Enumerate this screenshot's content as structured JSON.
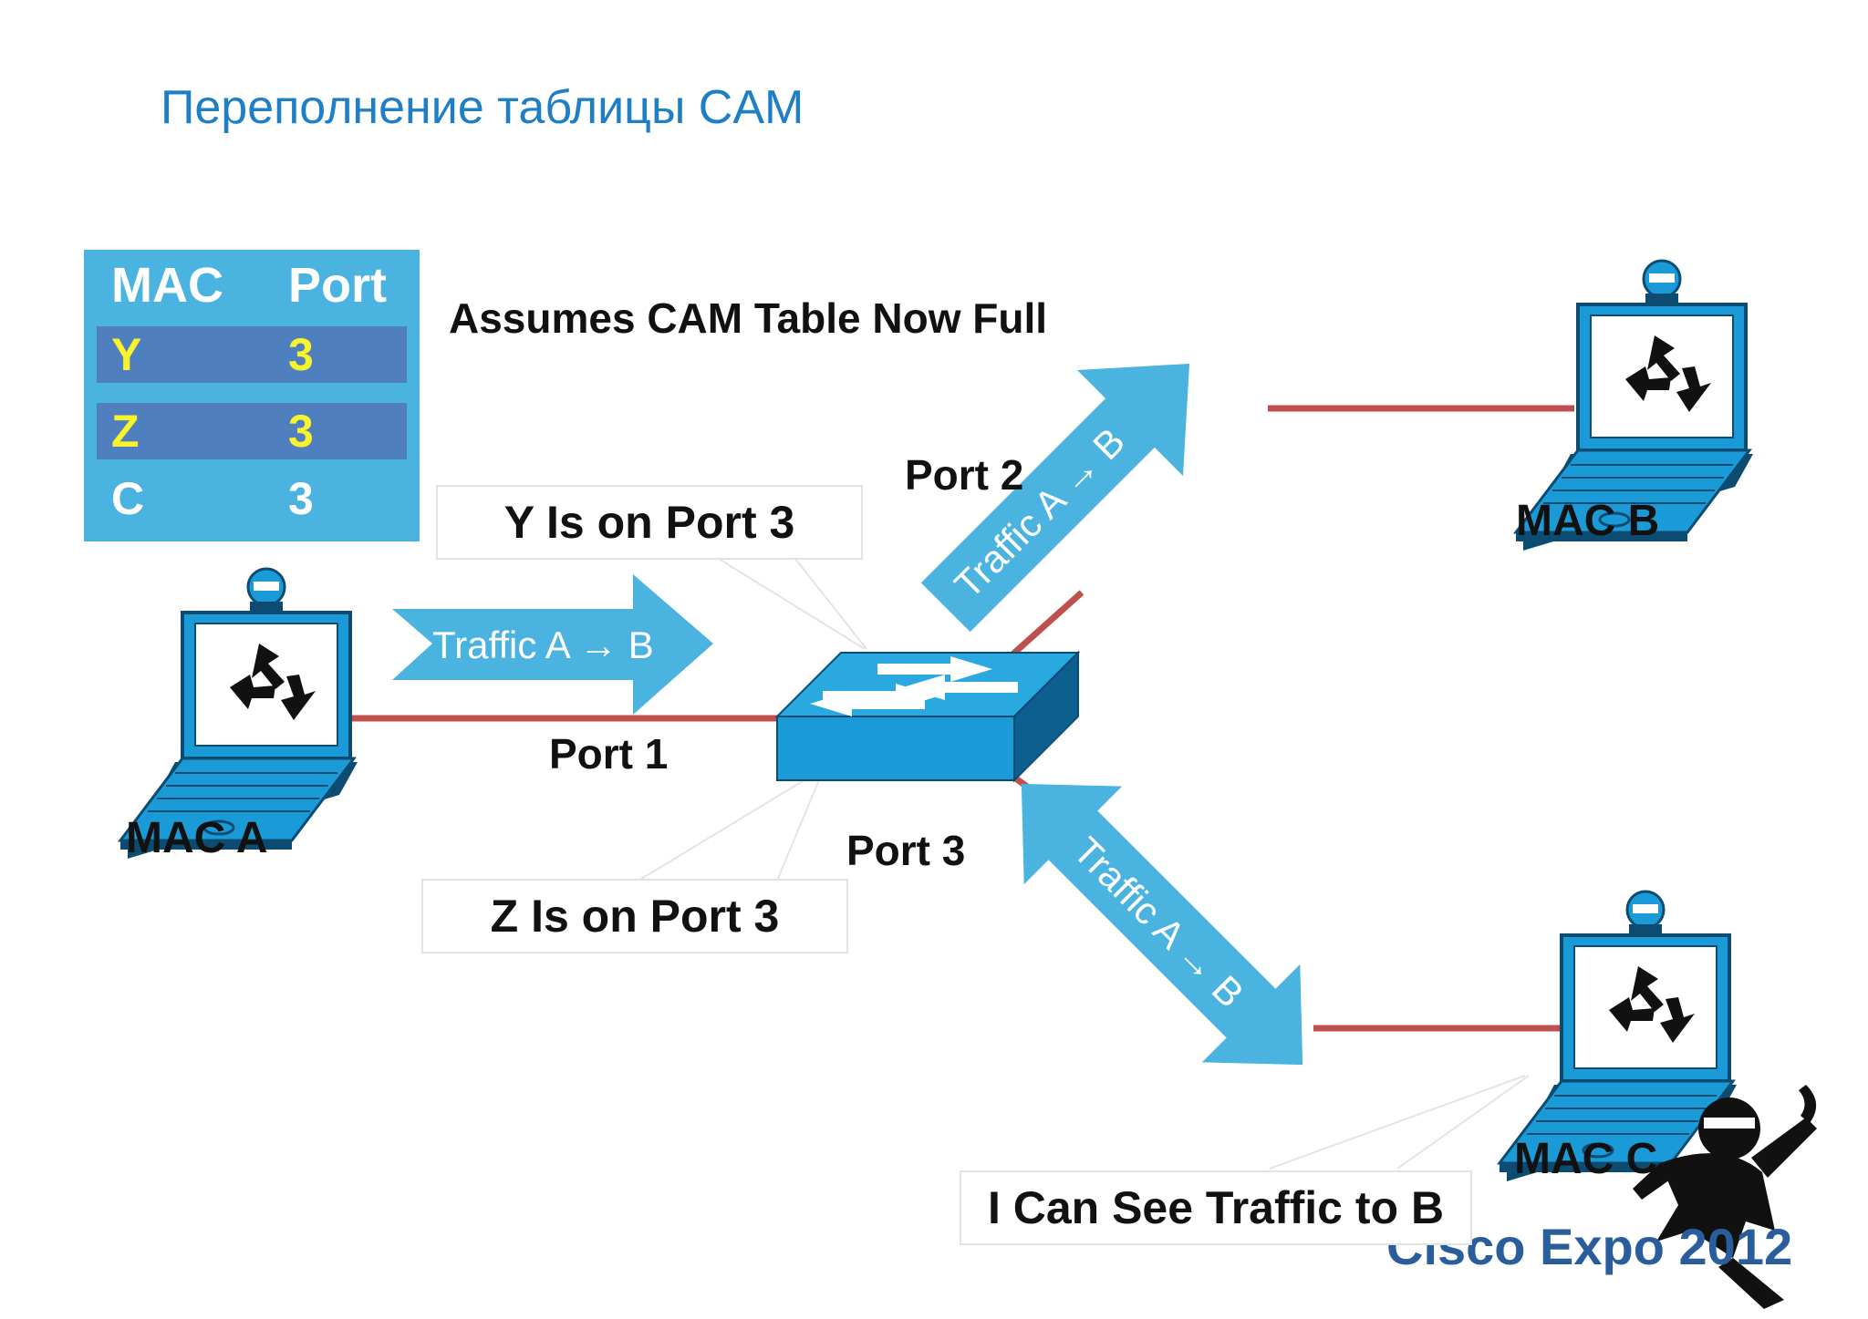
{
  "title": "Переполнение таблицы CAM",
  "cam_table": {
    "headers": [
      "MAC",
      "Port"
    ],
    "rows": [
      {
        "mac": "Y",
        "port": "3",
        "highlight": true
      },
      {
        "mac": "Z",
        "port": "3",
        "highlight": true
      },
      {
        "mac": "C",
        "port": "3",
        "highlight": false
      }
    ]
  },
  "note": "Assumes CAM Table Now Full",
  "hosts": {
    "a": "MAC A",
    "b": "MAC B",
    "c": "MAC C"
  },
  "ports": {
    "p1": "Port 1",
    "p2": "Port 2",
    "p3": "Port 3"
  },
  "traffic_labels": {
    "a_to_switch": "Traffic A → B",
    "switch_to_b": "Traffic A → B",
    "switch_to_c": "Traffic A → B"
  },
  "callouts": {
    "y_port": "Y Is on Port 3",
    "z_port": "Z Is on Port 3",
    "see_traffic": "I Can See Traffic to B"
  },
  "watermark": "Cisco Expo 2012",
  "colors": {
    "title": "#1e7fc6",
    "table_bg": "#4ab3df",
    "table_highlight": "#4f7fbf",
    "arrow": "#4ab3df",
    "link": "#c0504d",
    "switch": "#1a9bd7"
  }
}
